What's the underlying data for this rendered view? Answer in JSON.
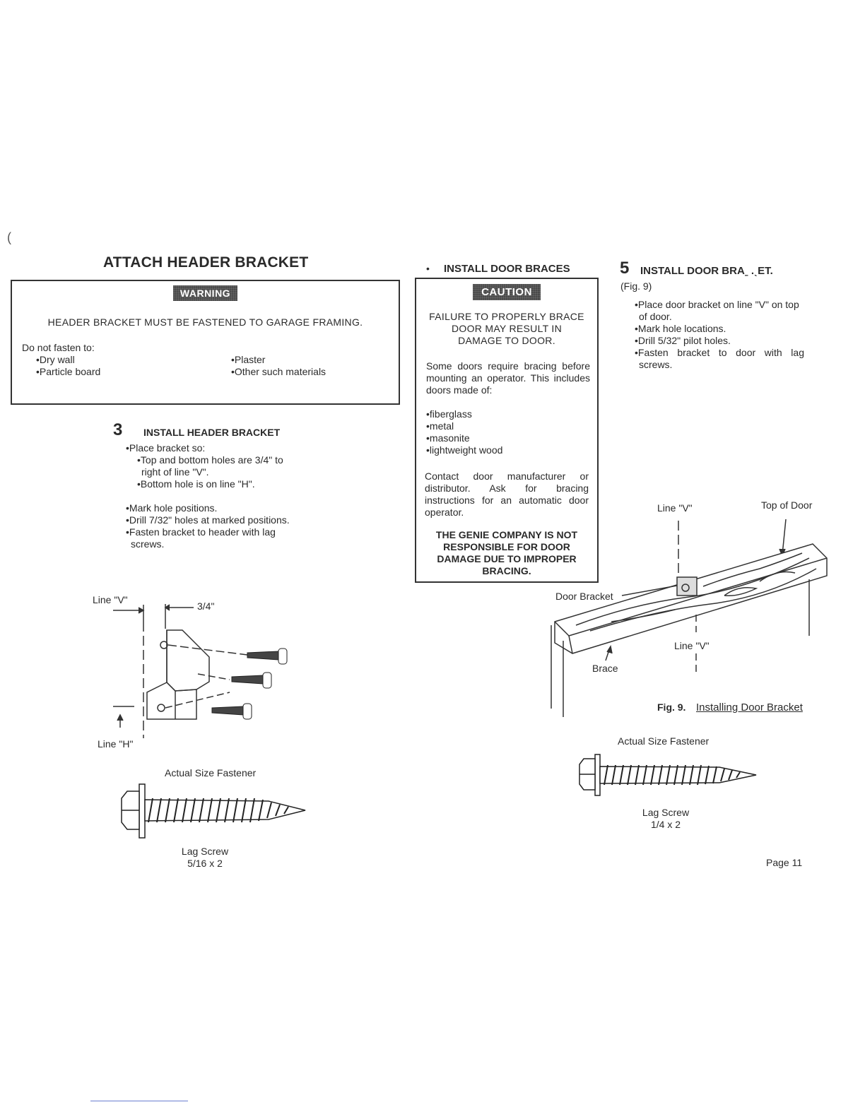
{
  "page_title": "ATTACH HEADER BRACKET",
  "warning": {
    "badge": "WARNING",
    "headline": "HEADER BRACKET MUST BE FASTENED TO GARAGE FRAMING.",
    "intro": "Do not fasten to:",
    "col1": [
      "•Dry wall",
      "•Particle board"
    ],
    "col2": [
      "•Plaster",
      "•Other such materials"
    ]
  },
  "step3": {
    "number": "3",
    "title": "INSTALL HEADER BRACKET",
    "lines": [
      "•Place bracket so:",
      "•Top and bottom holes are 3/4\" to",
      "right of line \"V\".",
      "•Bottom hole is on line \"H\".",
      "•Mark hole positions.",
      "•Drill 7/32\" holes at marked positions.",
      "•Fasten bracket to header with lag screws."
    ]
  },
  "fig_left": {
    "line_v": "Line \"V\"",
    "dim": "3/4\"",
    "line_h": "Line \"H\""
  },
  "fastener_left": {
    "caption": "Actual  Size Fastener",
    "name": "Lag Screw",
    "size": "5/16 x 2"
  },
  "braces": {
    "title": "INSTALL DOOR BRACES",
    "badge": "CAUTION",
    "warning": "FAILURE TO PROPERLY BRACE DOOR MAY RESULT IN DAMAGE TO DOOR.",
    "para1": "Some doors require bracing before mounting an operator. This includes doors made of:",
    "materials": [
      "•fiberglass",
      "•metal",
      "•masonite",
      "•lightweight wood"
    ],
    "para2": "Contact door manufacturer or distributor. Ask for bracing instructions for an automatic door operator.",
    "disclaimer": "THE GENIE COMPANY IS NOT RESPONSIBLE FOR DOOR DAMAGE DUE TO IMPROPER BRACING."
  },
  "step5": {
    "number": "5",
    "title": "INSTALL DOOR BRAˍ .ˎET.",
    "fig_ref": "(Fig. 9)",
    "lines": [
      "•Place door bracket on line \"V\" on top of door.",
      "•Mark hole locations.",
      "•Drill 5/32\" pilot holes.",
      "•Fasten bracket to door with lag screws."
    ]
  },
  "fig9": {
    "line_v_top": "Line \"V\"",
    "top_of_door": "Top of Door",
    "door_bracket": "Door Bracket",
    "line_v_bottom": "Line \"V\"",
    "brace": "Brace",
    "caption_prefix": "Fig. 9.",
    "caption": "Installing Door Bracket"
  },
  "fastener_right": {
    "caption": "Actual Size Fastener",
    "name": "Lag Screw",
    "size": "1/4 x 2"
  },
  "page_number": "Page 11"
}
